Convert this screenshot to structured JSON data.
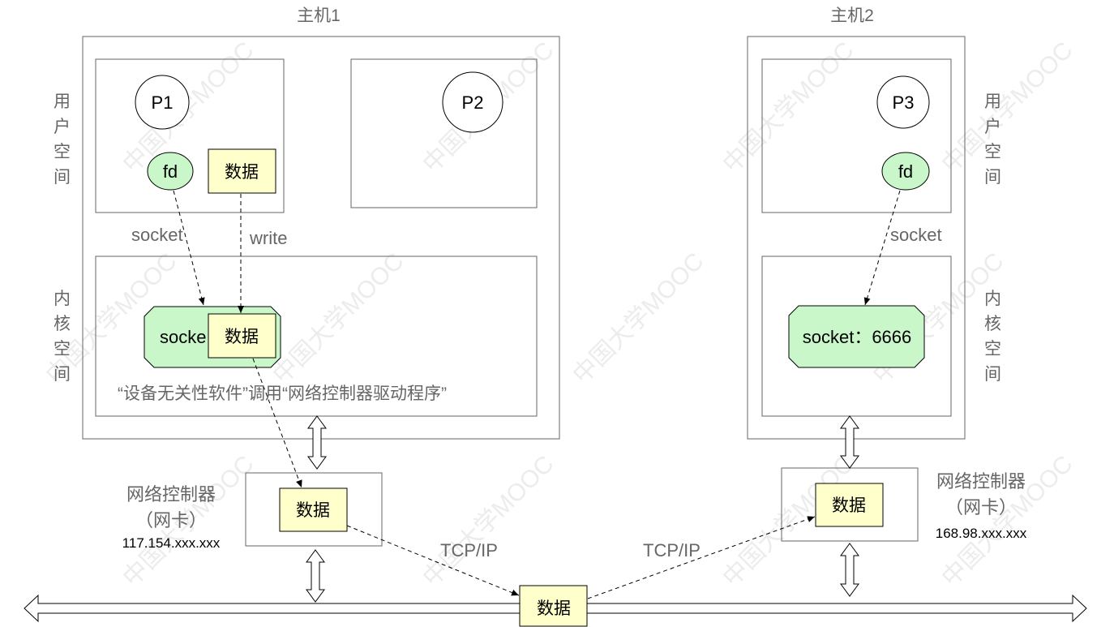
{
  "watermark": "中国大学MOOC",
  "colors": {
    "socket_fill": "#c9f7c9",
    "data_fill": "#ffffcc",
    "label_gray": "#666666"
  },
  "host1": {
    "title": "主机1",
    "user_space_label": "用户空间",
    "kernel_space_label": "内核空间",
    "process_p1": "P1",
    "process_p2": "P2",
    "fd": "fd",
    "user_data": "数据",
    "socket_call_label": "socket",
    "write_call_label": "write",
    "kernel_socket": "socke",
    "kernel_data": "数据",
    "kernel_note": "“设备无关性软件”调用“网络控制器驱动程序”",
    "nic": {
      "label": "网络控制器",
      "sublabel": "（网卡）",
      "ip": "117.154.xxx.xxx",
      "data": "数据"
    }
  },
  "host2": {
    "title": "主机2",
    "user_space_label": "用户空间",
    "kernel_space_label": "内核空间",
    "process_p3": "P3",
    "fd": "fd",
    "socket_call_label": "socket",
    "kernel_socket": "socket：6666",
    "nic": {
      "label": "网络控制器",
      "sublabel": "（网卡）",
      "ip": "168.98.xxx.xxx",
      "data": "数据"
    }
  },
  "network": {
    "data": "数据",
    "protocol_left": "TCP/IP",
    "protocol_right": "TCP/IP"
  }
}
